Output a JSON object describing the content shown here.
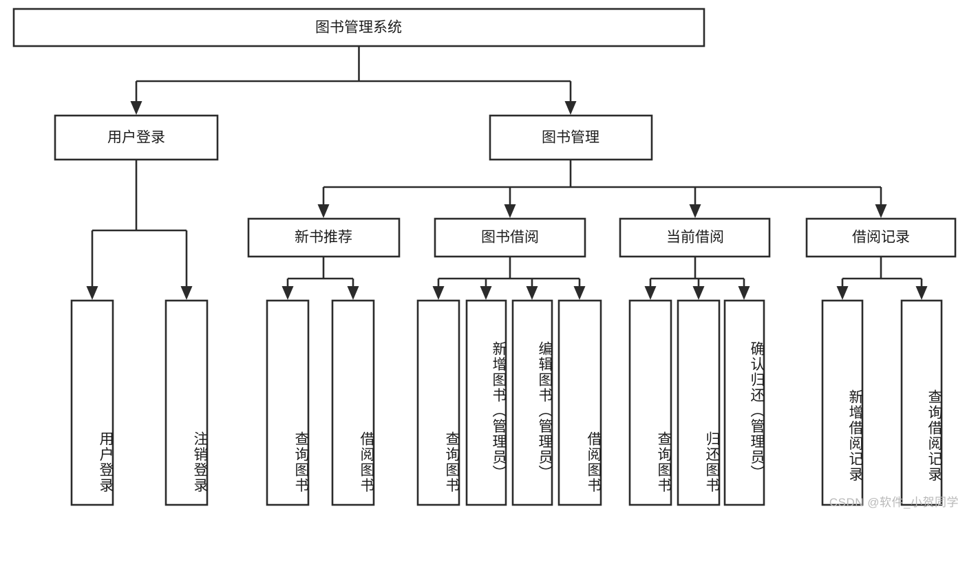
{
  "diagram": {
    "type": "tree-hierarchy-chart",
    "title_text": "图书管理系统",
    "background_color": "#ffffff",
    "box_stroke_color": "#2b2b2b",
    "text_color": "#1c1c1c",
    "levels": {
      "level1_label": "图书管理系统",
      "level2": [
        {
          "label": "用户登录"
        },
        {
          "label": "图书管理"
        }
      ],
      "level3": [
        {
          "label": "新书推荐"
        },
        {
          "label": "图书借阅"
        },
        {
          "label": "当前借阅"
        },
        {
          "label": "借阅记录"
        }
      ]
    },
    "leaves": [
      {
        "id": "leaf-1",
        "label": "用户登录",
        "parent": "用户登录"
      },
      {
        "id": "leaf-2",
        "label": "注销登录",
        "parent": "用户登录"
      },
      {
        "id": "leaf-3",
        "label": "查询图书",
        "parent": "新书推荐"
      },
      {
        "id": "leaf-4",
        "label": "借阅图书",
        "parent": "新书推荐"
      },
      {
        "id": "leaf-5",
        "label": "查询图书",
        "parent": "图书借阅"
      },
      {
        "id": "leaf-6",
        "label": "新增图书（管理员）",
        "parent": "图书借阅"
      },
      {
        "id": "leaf-7",
        "label": "编辑图书（管理员）",
        "parent": "图书借阅"
      },
      {
        "id": "leaf-8",
        "label": "借阅图书",
        "parent": "图书借阅"
      },
      {
        "id": "leaf-9",
        "label": "查询图书",
        "parent": "当前借阅"
      },
      {
        "id": "leaf-10",
        "label": "归还图书",
        "parent": "当前借阅"
      },
      {
        "id": "leaf-11",
        "label": "确认归还（管理员）",
        "parent": "当前借阅"
      },
      {
        "id": "leaf-12",
        "label": "新增借阅记录",
        "parent": "借阅记录"
      },
      {
        "id": "leaf-13",
        "label": "查询借阅记录",
        "parent": "借阅记录"
      }
    ],
    "watermark": "CSDN @软件_小贺同学"
  }
}
